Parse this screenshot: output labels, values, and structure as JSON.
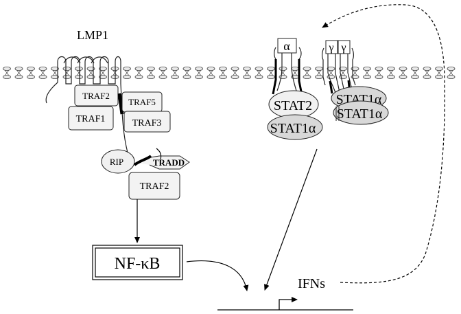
{
  "diagram": {
    "lmp1_label": "LMP1",
    "traf2_top": "TRAF2",
    "traf1": "TRAF1",
    "traf5": "TRAF5",
    "traf3": "TRAF3",
    "rip": "RIP",
    "tradd": "TRADD",
    "traf2_bottom": "TRAF2",
    "nfkb": "NF-κB",
    "stat2": "STAT2",
    "stat1a_left": "STAT1α",
    "stat1a_right_top": "STAT1α",
    "stat1a_right_bottom": "STAT1α",
    "receptor_alpha": "α",
    "receptor_gamma_1": "γ",
    "receptor_gamma_2": "γ",
    "ifns": "IFNs"
  }
}
